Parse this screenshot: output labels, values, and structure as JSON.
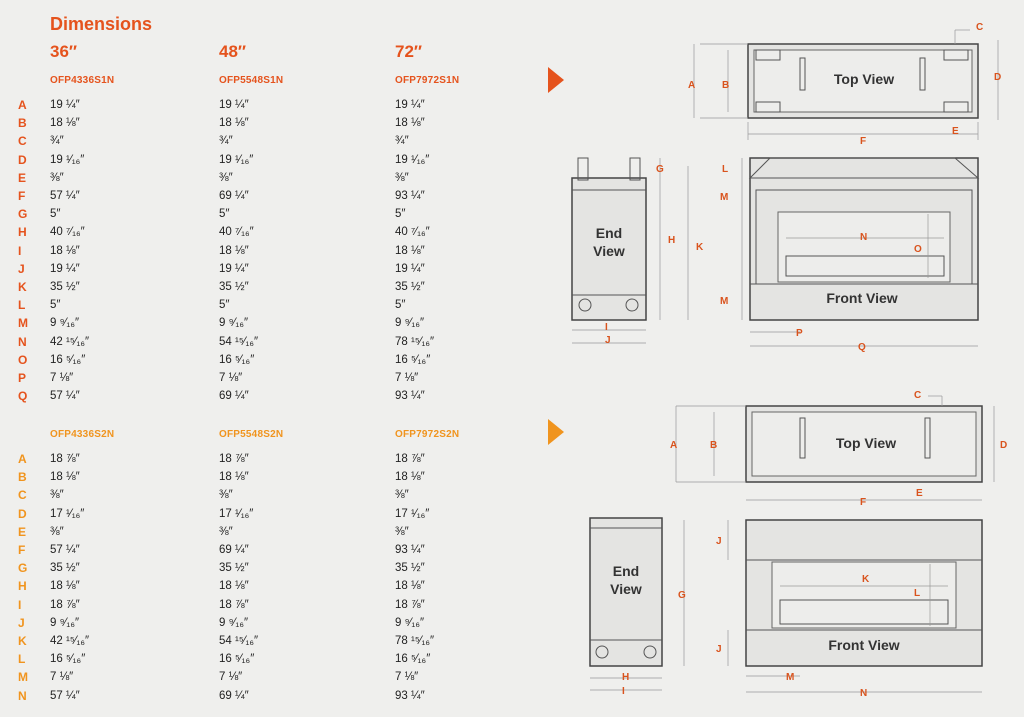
{
  "title": "Dimensions",
  "sizes": [
    "36″",
    "48″",
    "72″"
  ],
  "group1": {
    "models": [
      "OFP4336S1N",
      "OFP5548S1N",
      "OFP7972S1N"
    ],
    "rows": [
      {
        "letter": "A",
        "v": [
          "19 ¼″",
          "19 ¼″",
          "19 ¼″"
        ]
      },
      {
        "letter": "B",
        "v": [
          "18 ⅛″",
          "18 ⅛″",
          "18 ⅛″"
        ]
      },
      {
        "letter": "C",
        "v": [
          "¾″",
          "¾″",
          "¾″"
        ]
      },
      {
        "letter": "D",
        "v": [
          "19 ¹⁄₁₆″",
          "19 ¹⁄₁₆″",
          "19 ¹⁄₁₆″"
        ]
      },
      {
        "letter": "E",
        "v": [
          "⅜″",
          "⅜″",
          "⅜″"
        ]
      },
      {
        "letter": "F",
        "v": [
          "57 ¼″",
          "69 ¼″",
          "93 ¼″"
        ]
      },
      {
        "letter": "G",
        "v": [
          "5″",
          "5″",
          "5″"
        ]
      },
      {
        "letter": "H",
        "v": [
          "40 ⁷⁄₁₆″",
          "40 ⁷⁄₁₆″",
          "40 ⁷⁄₁₆″"
        ]
      },
      {
        "letter": "I",
        "v": [
          "18 ⅛″",
          "18 ⅛″",
          "18 ⅛″"
        ]
      },
      {
        "letter": "J",
        "v": [
          "19 ¼″",
          "19 ¼″",
          "19 ¼″"
        ]
      },
      {
        "letter": "K",
        "v": [
          "35 ½″",
          "35 ½″",
          "35 ½″"
        ]
      },
      {
        "letter": "L",
        "v": [
          "5″",
          "5″",
          "5″"
        ]
      },
      {
        "letter": "M",
        "v": [
          "9 ⁹⁄₁₆″",
          "9 ⁹⁄₁₆″",
          "9 ⁹⁄₁₆″"
        ]
      },
      {
        "letter": "N",
        "v": [
          "42 ¹⁵⁄₁₆″",
          "54 ¹⁵⁄₁₆″",
          "78 ¹⁵⁄₁₆″"
        ]
      },
      {
        "letter": "O",
        "v": [
          "16 ⁵⁄₁₆″",
          "16 ⁵⁄₁₆″",
          "16 ⁵⁄₁₆″"
        ]
      },
      {
        "letter": "P",
        "v": [
          "7 ⅛″",
          "7 ⅛″",
          "7 ⅛″"
        ]
      },
      {
        "letter": "Q",
        "v": [
          "57 ¼″",
          "69 ¼″",
          "93 ¼″"
        ]
      }
    ]
  },
  "group2": {
    "models": [
      "OFP4336S2N",
      "OFP5548S2N",
      "OFP7972S2N"
    ],
    "rows": [
      {
        "letter": "A",
        "v": [
          "18 ⅞″",
          "18 ⅞″",
          "18 ⅞″"
        ]
      },
      {
        "letter": "B",
        "v": [
          "18 ⅛″",
          "18 ⅛″",
          "18 ⅛″"
        ]
      },
      {
        "letter": "C",
        "v": [
          "⅜″",
          "⅜″",
          "⅜″"
        ]
      },
      {
        "letter": "D",
        "v": [
          "17 ¹⁄₁₆″",
          "17 ¹⁄₁₆″",
          "17 ¹⁄₁₆″"
        ]
      },
      {
        "letter": "E",
        "v": [
          "⅜″",
          "⅜″",
          "⅜″"
        ]
      },
      {
        "letter": "F",
        "v": [
          "57 ¼″",
          "69 ¼″",
          "93 ¼″"
        ]
      },
      {
        "letter": "G",
        "v": [
          "35 ½″",
          "35 ½″",
          "35 ½″"
        ]
      },
      {
        "letter": "H",
        "v": [
          "18 ⅛″",
          "18 ⅛″",
          "18 ⅛″"
        ]
      },
      {
        "letter": "I",
        "v": [
          "18 ⅞″",
          "18 ⅞″",
          "18 ⅞″"
        ]
      },
      {
        "letter": "J",
        "v": [
          "9 ⁹⁄₁₆″",
          "9 ⁹⁄₁₆″",
          "9 ⁹⁄₁₆″"
        ]
      },
      {
        "letter": "K",
        "v": [
          "42 ¹⁵⁄₁₆″",
          "54 ¹⁵⁄₁₆″",
          "78 ¹⁵⁄₁₆″"
        ]
      },
      {
        "letter": "L",
        "v": [
          "16 ⁵⁄₁₆″",
          "16 ⁵⁄₁₆″",
          "16 ⁵⁄₁₆″"
        ]
      },
      {
        "letter": "M",
        "v": [
          "7 ⅛″",
          "7 ⅛″",
          "7 ⅛″"
        ]
      },
      {
        "letter": "N",
        "v": [
          "57 ¼″",
          "69 ¼″",
          "93 ¼″"
        ]
      }
    ]
  },
  "views": {
    "top": "Top View",
    "end": "End View",
    "front": "Front View"
  },
  "diagram1_labels": [
    "A",
    "B",
    "C",
    "D",
    "E",
    "F",
    "G",
    "H",
    "I",
    "J",
    "K",
    "L",
    "M",
    "N",
    "O",
    "M",
    "P",
    "Q"
  ],
  "diagram2_labels": [
    "A",
    "B",
    "C",
    "D",
    "E",
    "F",
    "G",
    "H",
    "I",
    "J",
    "K",
    "L",
    "J",
    "M",
    "N"
  ],
  "colors": {
    "accent": "#e5531d",
    "accent2": "#f0941e",
    "background": "#efefed"
  }
}
